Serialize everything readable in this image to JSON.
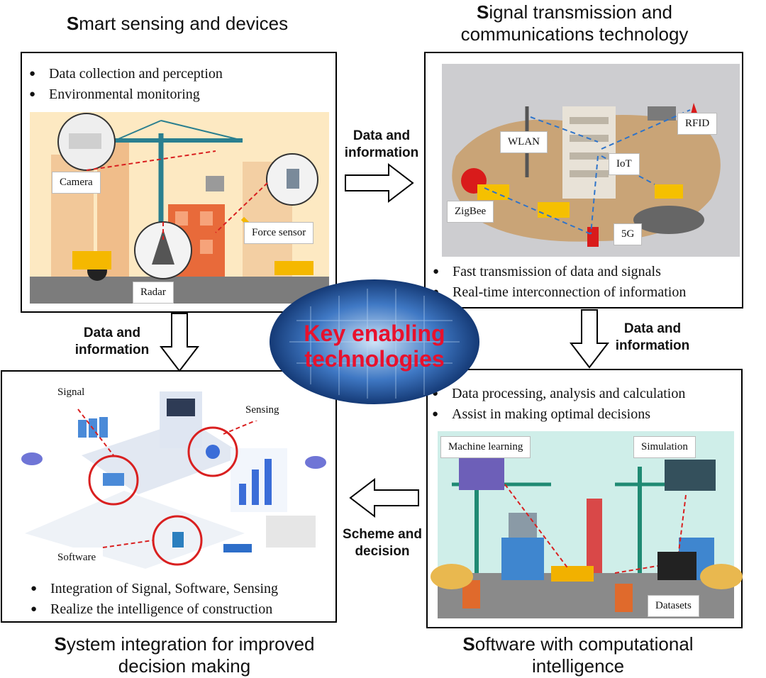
{
  "titles": {
    "tl_initial": "S",
    "tl_rest": "mart sensing and devices",
    "tr_initial": "S",
    "tr_rest": "ignal transmission and",
    "tr_line2": "communications technology",
    "bl_initial": "S",
    "bl_rest": "ystem integration for improved",
    "bl_line2": "decision making",
    "br_initial": "S",
    "br_rest": "oftware with computational",
    "br_line2": "intelligence"
  },
  "panels": {
    "sensing": {
      "bullets": [
        "Data collection and perception",
        "Environmental monitoring"
      ],
      "labels": {
        "camera": "Camera",
        "force": "Force sensor",
        "radar": "Radar"
      }
    },
    "transmission": {
      "bullets": [
        "Fast transmission of data and signals",
        "Real-time interconnection of information"
      ],
      "labels": {
        "wlan": "WLAN",
        "rfid": "RFID",
        "iot": "IoT",
        "zigbee": "ZigBee",
        "fiveg": "5G"
      }
    },
    "integration": {
      "bullets": [
        "Integration of Signal, Software, Sensing",
        "Realize the intelligence of construction"
      ],
      "labels": {
        "signal": "Signal",
        "sensing": "Sensing",
        "software": "Software"
      }
    },
    "software": {
      "bullets": [
        "Data processing, analysis and calculation",
        "Assist in making optimal decisions"
      ],
      "labels": {
        "ml": "Machine learning",
        "sim": "Simulation",
        "datasets": "Datasets"
      }
    }
  },
  "flows": {
    "top": [
      "Data and",
      "information"
    ],
    "left": [
      "Data and",
      "information"
    ],
    "right": [
      "Data and",
      "information"
    ],
    "bottom": [
      "Scheme and",
      "decision"
    ]
  },
  "center": {
    "line1": "Key enabling",
    "line2": "technologies",
    "color": "#e8112d"
  }
}
